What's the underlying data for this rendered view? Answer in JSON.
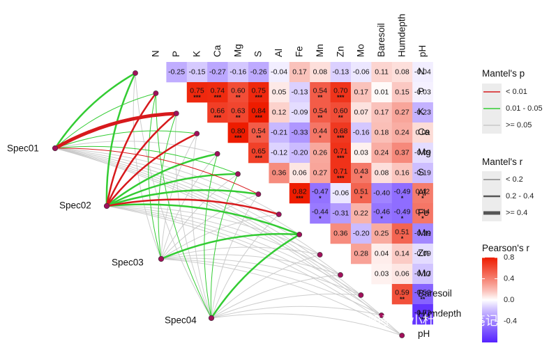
{
  "chart_data": {
    "type": "heatmap",
    "variables": [
      "N",
      "P",
      "K",
      "Ca",
      "Mg",
      "S",
      "Al",
      "Fe",
      "Mn",
      "Zn",
      "Mo",
      "Baresoil",
      "Humdepth",
      "pH"
    ],
    "pearson_rows": [
      {
        "row": "N",
        "values": [
          "-0.25",
          "-0.15",
          "-0.27",
          "-0.16",
          "-0.26",
          "-0.04",
          "0.17",
          "0.08",
          "-0.13",
          "-0.06",
          "0.11",
          "0.08",
          "-0.04"
        ],
        "stars": [
          "",
          "",
          "",
          "",
          "",
          "",
          "",
          "",
          "",
          "",
          "",
          "",
          ""
        ]
      },
      {
        "row": "P",
        "values": [
          "0.75",
          "0.74",
          "0.60",
          "0.75",
          "0.05",
          "-0.13",
          "0.54",
          "0.70",
          "0.17",
          "0.01",
          "0.15",
          "-0.03"
        ],
        "stars": [
          "***",
          "***",
          "**",
          "***",
          "",
          "",
          "**",
          "***",
          "",
          "",
          "",
          ""
        ]
      },
      {
        "row": "K",
        "values": [
          "0.66",
          "0.63",
          "0.84",
          "0.12",
          "-0.09",
          "0.54",
          "0.60",
          "0.07",
          "0.17",
          "0.27",
          "-0.23"
        ],
        "stars": [
          "***",
          "**",
          "***",
          "",
          "",
          "**",
          "**",
          "",
          "",
          "",
          ""
        ]
      },
      {
        "row": "Ca",
        "values": [
          "0.80",
          "0.54",
          "-0.21",
          "-0.33",
          "0.44",
          "0.68",
          "-0.16",
          "0.18",
          "0.24",
          "0.09"
        ],
        "stars": [
          "***",
          "**",
          "",
          "",
          "*",
          "***",
          "",
          "",
          "",
          ""
        ]
      },
      {
        "row": "Mg",
        "values": [
          "0.65",
          "-0.12",
          "-0.20",
          "0.26",
          "0.71",
          "0.03",
          "0.24",
          "0.37",
          "-0.09"
        ],
        "stars": [
          "***",
          "",
          "",
          "",
          "***",
          "",
          "",
          "",
          ""
        ]
      },
      {
        "row": "S",
        "values": [
          "0.36",
          "0.06",
          "0.27",
          "0.71",
          "0.43",
          "0.08",
          "0.16",
          "-0.19"
        ],
        "stars": [
          "",
          "",
          "",
          "***",
          "*",
          "",
          "",
          ""
        ]
      },
      {
        "row": "Al",
        "values": [
          "0.82",
          "-0.47",
          "-0.06",
          "0.51",
          "-0.40",
          "-0.49",
          "0.42"
        ],
        "stars": [
          "***",
          "*",
          "",
          "*",
          "",
          "*",
          "*"
        ]
      },
      {
        "row": "Fe",
        "values": [
          "-0.44",
          "-0.31",
          "0.22",
          "-0.46",
          "-0.49",
          "0.44"
        ],
        "stars": [
          "*",
          "",
          "",
          "*",
          "*",
          "*"
        ]
      },
      {
        "row": "Mn",
        "values": [
          "0.36",
          "-0.20",
          "0.25",
          "0.51",
          "-0.39"
        ],
        "stars": [
          "",
          "",
          "",
          "*",
          ""
        ]
      },
      {
        "row": "Zn",
        "values": [
          "0.28",
          "0.04",
          "0.14",
          "-0.09"
        ],
        "stars": [
          "",
          "",
          "",
          ""
        ]
      },
      {
        "row": "Mo",
        "values": [
          "0.03",
          "0.06",
          "-0.17"
        ],
        "stars": [
          "",
          "",
          ""
        ]
      },
      {
        "row": "Baresoil",
        "values": [
          "0.59",
          "-0.53"
        ],
        "stars": [
          "**",
          "**"
        ]
      },
      {
        "row": "Humdepth",
        "values": [
          "-0.72"
        ],
        "stars": [
          "***"
        ]
      },
      {
        "row": "pH",
        "values": [],
        "stars": []
      }
    ],
    "specs": [
      "Spec01",
      "Spec02",
      "Spec03",
      "Spec04"
    ],
    "mantel_links": [
      {
        "spec": "Spec01",
        "var": "N",
        "p": "0.01 - 0.05",
        "r": "0.2 - 0.4"
      },
      {
        "spec": "Spec01",
        "var": "P",
        "p": "0.01 - 0.05",
        "r": "< 0.2"
      },
      {
        "spec": "Spec01",
        "var": "K",
        "p": "< 0.01",
        "r": ">= 0.4"
      },
      {
        "spec": "Spec01",
        "var": "Ca",
        "p": "0.01 - 0.05",
        "r": "< 0.2"
      },
      {
        "spec": "Spec01",
        "var": "Mg",
        "p": ">= 0.05",
        "r": "< 0.2"
      },
      {
        "spec": "Spec01",
        "var": "S",
        "p": "0.01 - 0.05",
        "r": "< 0.2"
      },
      {
        "spec": "Spec01",
        "var": "Al",
        "p": "< 0.01",
        "r": "< 0.2"
      },
      {
        "spec": "Spec01",
        "var": "Fe",
        "p": ">= 0.05",
        "r": "< 0.2"
      },
      {
        "spec": "Spec01",
        "var": "Mn",
        "p": ">= 0.05",
        "r": "< 0.2"
      },
      {
        "spec": "Spec01",
        "var": "Zn",
        "p": ">= 0.05",
        "r": "< 0.2"
      },
      {
        "spec": "Spec01",
        "var": "Mo",
        "p": ">= 0.05",
        "r": "< 0.2"
      },
      {
        "spec": "Spec01",
        "var": "Baresoil",
        "p": ">= 0.05",
        "r": "< 0.2"
      },
      {
        "spec": "Spec01",
        "var": "Humdepth",
        "p": ">= 0.05",
        "r": "< 0.2"
      },
      {
        "spec": "Spec01",
        "var": "pH",
        "p": ">= 0.05",
        "r": "< 0.2"
      },
      {
        "spec": "Spec02",
        "var": "N",
        "p": "0.01 - 0.05",
        "r": "0.2 - 0.4"
      },
      {
        "spec": "Spec02",
        "var": "P",
        "p": "< 0.01",
        "r": "0.2 - 0.4"
      },
      {
        "spec": "Spec02",
        "var": "K",
        "p": "< 0.01",
        "r": "0.2 - 0.4"
      },
      {
        "spec": "Spec02",
        "var": "Ca",
        "p": "< 0.01",
        "r": "0.2 - 0.4"
      },
      {
        "spec": "Spec02",
        "var": "Mg",
        "p": "0.01 - 0.05",
        "r": "0.2 - 0.4"
      },
      {
        "spec": "Spec02",
        "var": "S",
        "p": "0.01 - 0.05",
        "r": "0.2 - 0.4"
      },
      {
        "spec": "Spec02",
        "var": "Al",
        "p": "0.01 - 0.05",
        "r": "0.2 - 0.4"
      },
      {
        "spec": "Spec02",
        "var": "Fe",
        "p": "< 0.01",
        "r": "0.2 - 0.4"
      },
      {
        "spec": "Spec02",
        "var": "Mn",
        "p": "0.01 - 0.05",
        "r": "0.2 - 0.4"
      },
      {
        "spec": "Spec02",
        "var": "Zn",
        "p": ">= 0.05",
        "r": "< 0.2"
      },
      {
        "spec": "Spec02",
        "var": "Mo",
        "p": ">= 0.05",
        "r": "< 0.2"
      },
      {
        "spec": "Spec02",
        "var": "Baresoil",
        "p": ">= 0.05",
        "r": "< 0.2"
      },
      {
        "spec": "Spec02",
        "var": "Humdepth",
        "p": ">= 0.05",
        "r": "< 0.2"
      },
      {
        "spec": "Spec02",
        "var": "pH",
        "p": ">= 0.05",
        "r": "< 0.2"
      },
      {
        "spec": "Spec03",
        "var": "N",
        "p": ">= 0.05",
        "r": "< 0.2"
      },
      {
        "spec": "Spec03",
        "var": "P",
        "p": "0.01 - 0.05",
        "r": "< 0.2"
      },
      {
        "spec": "Spec03",
        "var": "K",
        "p": "0.01 - 0.05",
        "r": "< 0.2"
      },
      {
        "spec": "Spec03",
        "var": "Ca",
        "p": ">= 0.05",
        "r": "< 0.2"
      },
      {
        "spec": "Spec03",
        "var": "Mg",
        "p": ">= 0.05",
        "r": "< 0.2"
      },
      {
        "spec": "Spec03",
        "var": "S",
        "p": ">= 0.05",
        "r": "< 0.2"
      },
      {
        "spec": "Spec03",
        "var": "Al",
        "p": ">= 0.05",
        "r": "< 0.2"
      },
      {
        "spec": "Spec03",
        "var": "Fe",
        "p": ">= 0.05",
        "r": "< 0.2"
      },
      {
        "spec": "Spec03",
        "var": "Mn",
        "p": "0.01 - 0.05",
        "r": "0.2 - 0.4"
      },
      {
        "spec": "Spec03",
        "var": "Zn",
        "p": ">= 0.05",
        "r": "< 0.2"
      },
      {
        "spec": "Spec03",
        "var": "Mo",
        "p": ">= 0.05",
        "r": "< 0.2"
      },
      {
        "spec": "Spec03",
        "var": "Baresoil",
        "p": ">= 0.05",
        "r": "< 0.2"
      },
      {
        "spec": "Spec03",
        "var": "Humdepth",
        "p": ">= 0.05",
        "r": "< 0.2"
      },
      {
        "spec": "Spec03",
        "var": "pH",
        "p": ">= 0.05",
        "r": "< 0.2"
      },
      {
        "spec": "Spec04",
        "var": "N",
        "p": ">= 0.05",
        "r": "< 0.2"
      },
      {
        "spec": "Spec04",
        "var": "P",
        "p": "0.01 - 0.05",
        "r": "< 0.2"
      },
      {
        "spec": "Spec04",
        "var": "K",
        "p": ">= 0.05",
        "r": "< 0.2"
      },
      {
        "spec": "Spec04",
        "var": "Ca",
        "p": ">= 0.05",
        "r": "< 0.2"
      },
      {
        "spec": "Spec04",
        "var": "Mg",
        "p": "0.01 - 0.05",
        "r": "< 0.2"
      },
      {
        "spec": "Spec04",
        "var": "S",
        "p": "0.01 - 0.05",
        "r": "< 0.2"
      },
      {
        "spec": "Spec04",
        "var": "Al",
        "p": ">= 0.05",
        "r": "< 0.2"
      },
      {
        "spec": "Spec04",
        "var": "Fe",
        "p": ">= 0.05",
        "r": "< 0.2"
      },
      {
        "spec": "Spec04",
        "var": "Mn",
        "p": "0.01 - 0.05",
        "r": "0.2 - 0.4"
      },
      {
        "spec": "Spec04",
        "var": "Zn",
        "p": ">= 0.05",
        "r": "< 0.2"
      },
      {
        "spec": "Spec04",
        "var": "Mo",
        "p": ">= 0.05",
        "r": "< 0.2"
      },
      {
        "spec": "Spec04",
        "var": "Baresoil",
        "p": ">= 0.05",
        "r": "< 0.2"
      },
      {
        "spec": "Spec04",
        "var": "Humdepth",
        "p": ">= 0.05",
        "r": "< 0.2"
      },
      {
        "spec": "Spec04",
        "var": "pH",
        "p": ">= 0.05",
        "r": "< 0.2"
      }
    ],
    "legend_mantel_p": {
      "title": "Mantel's p",
      "items": [
        {
          "label": "< 0.01",
          "color": "#d7191c"
        },
        {
          "label": "0.01 - 0.05",
          "color": "#33cc33"
        },
        {
          "label": ">= 0.05",
          "color": "#c8c8c8"
        }
      ]
    },
    "legend_mantel_r": {
      "title": "Mantel's r",
      "items": [
        {
          "label": "< 0.2",
          "width": 1
        },
        {
          "label": "0.2 - 0.4",
          "width": 2.5
        },
        {
          "label": ">= 0.4",
          "width": 5
        }
      ]
    },
    "legend_pearson": {
      "title": "Pearson's r",
      "ticks": [
        "0.8",
        "0.4",
        "0.0",
        "-0.4"
      ],
      "range": [
        -0.8,
        0.8
      ]
    },
    "colors": {
      "high": "#ee1c00",
      "mid": "#ffffff",
      "low": "#5522ff",
      "node": "#a0105a"
    },
    "watermark": "知乎 @小杜的生信笔记"
  }
}
